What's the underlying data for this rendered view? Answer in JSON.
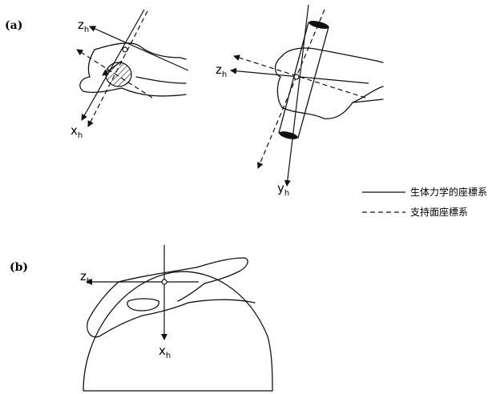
{
  "panels": {
    "a": {
      "label": "(a)"
    },
    "b": {
      "label": "(b)"
    }
  },
  "axes": {
    "z": "z",
    "x": "x",
    "y": "y",
    "subscript": "h"
  },
  "legend": {
    "solid_label": "生体力学的座標系",
    "dashed_label": "支持面座標系"
  }
}
